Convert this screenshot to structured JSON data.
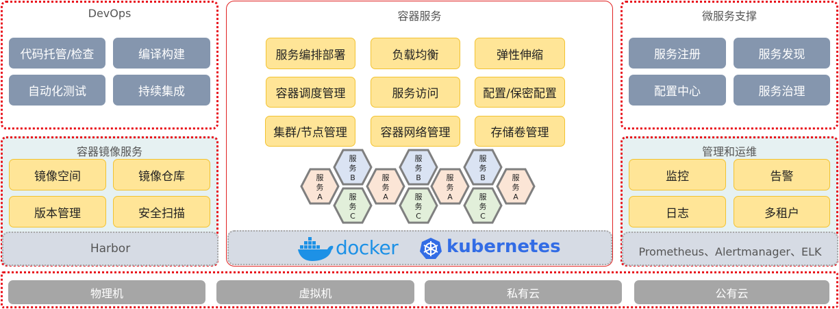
{
  "devops": {
    "title": "DevOps",
    "items": [
      "代码托管/检查",
      "编译构建",
      "自动化测试",
      "持续集成"
    ]
  },
  "registry": {
    "title": "容器镜像服务",
    "items": [
      "镜像空间",
      "镜像仓库",
      "版本管理",
      "安全扫描"
    ],
    "stack": "Harbor"
  },
  "container": {
    "title": "容器服务",
    "items": [
      "服务编排部署",
      "负载均衡",
      "弹性伸缩",
      "容器调度管理",
      "服务访问",
      "配置/保密配置",
      "集群/节点管理",
      "容器网络管理",
      "存储卷管理"
    ],
    "hexagons": {
      "service_prefix": "服务",
      "a_label": "A",
      "b_label": "B",
      "c_label": "C"
    },
    "docker_label": "docker",
    "kubernetes_label": "kubernetes"
  },
  "microservice": {
    "title": "微服务支撑",
    "items": [
      "服务注册",
      "服务发现",
      "配置中心",
      "服务治理"
    ]
  },
  "ops": {
    "title": "管理和运维",
    "items": [
      "监控",
      "告警",
      "日志",
      "多租户"
    ],
    "stack": "Prometheus、Alertmanager、ELK"
  },
  "infrastructure": {
    "items": [
      "物理机",
      "虚拟机",
      "私有云",
      "公有云"
    ]
  },
  "colors": {
    "frame_red": "#e8101a",
    "slate_box": "#8596ae",
    "yellow_box": "#ffe597",
    "yellow_border": "#f2c230",
    "gray_box": "#a6a6a6",
    "stack_bg": "#d6dbe4",
    "hex_a": "#fbe5d6",
    "hex_b": "#dae3f3",
    "hex_c": "#e2efda",
    "docker_blue": "#1d91e6",
    "k8s_blue": "#326ce5"
  }
}
